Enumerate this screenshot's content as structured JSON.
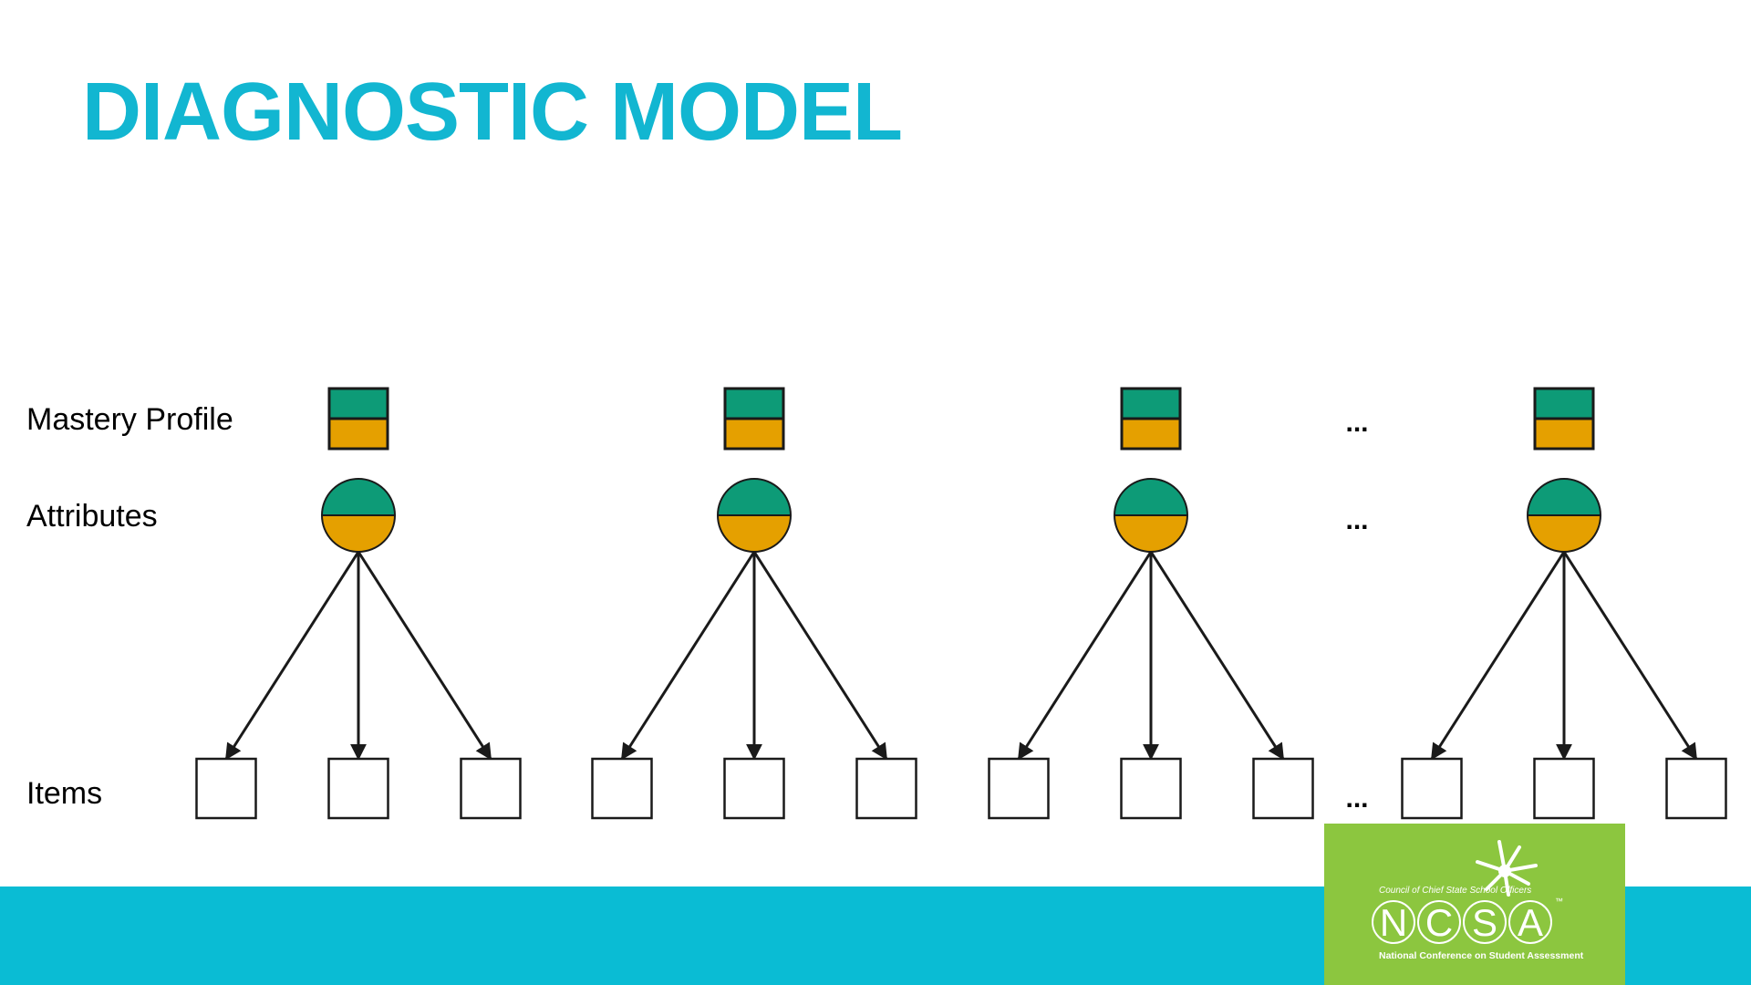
{
  "slide": {
    "title": "DIAGNOSTIC MODEL",
    "title_color": "#12B6D1"
  },
  "labels": {
    "mastery_profile": "Mastery Profile",
    "attributes": "Attributes",
    "items": "Items"
  },
  "diagram": {
    "attribute_count": 4,
    "items_per_attribute": 3,
    "ellipsis": "...",
    "colors": {
      "mastery_top": "#0D9B77",
      "mastery_bottom": "#E5A000",
      "outline": "#1a1a1a",
      "item_fill": "#ffffff"
    }
  },
  "footer": {
    "band_color": "#0ABCD4"
  },
  "logo": {
    "bg_color": "#8CC63F",
    "top_text": "Council of Chief State School Officers",
    "letters": [
      "N",
      "C",
      "S",
      "A"
    ],
    "bottom_text": "National Conference on Student Assessment",
    "trademark": "™",
    "icon": "star-burst-icon"
  }
}
